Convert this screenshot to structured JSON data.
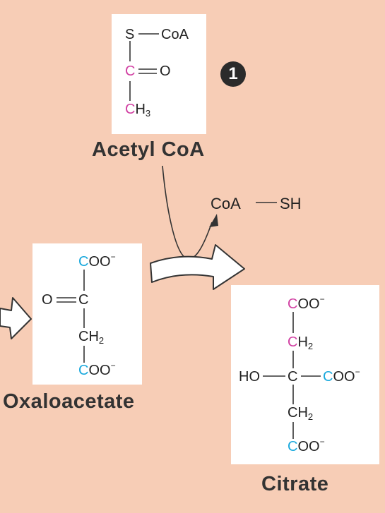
{
  "step_number": "1",
  "acetyl_coa": {
    "name": "Acetyl CoA",
    "s": "S",
    "coa": "CoA",
    "c_carbon": "C",
    "o": "O",
    "ch3_c": "C",
    "ch3_h": "H",
    "ch3_sub": "3"
  },
  "coa_sh": {
    "coa": "CoA",
    "sh": "SH"
  },
  "oxaloacetate": {
    "name": "Oxaloacetate",
    "top_c": "C",
    "top_oo": "OO",
    "charge": "−",
    "o": "O",
    "mid_c": "C",
    "ch2": "CH",
    "ch2_sub": "2",
    "bot_c": "C",
    "bot_oo": "OO"
  },
  "citrate": {
    "name": "Citrate",
    "top_c": "C",
    "top_oo": "OO",
    "charge": "−",
    "ch2a_c": "C",
    "ch2a_h": "H",
    "ch2a_sub": "2",
    "ho": "HO",
    "center_c": "C",
    "right_c": "C",
    "right_oo": "OO",
    "ch2b": "CH",
    "ch2b_sub": "2",
    "bot_c": "C",
    "bot_oo": "OO"
  },
  "colors": {
    "background": "#f7cdb6",
    "acetyl_carbon": "#d13fa2",
    "oxaloacetate_carbon": "#1aa9dd"
  }
}
